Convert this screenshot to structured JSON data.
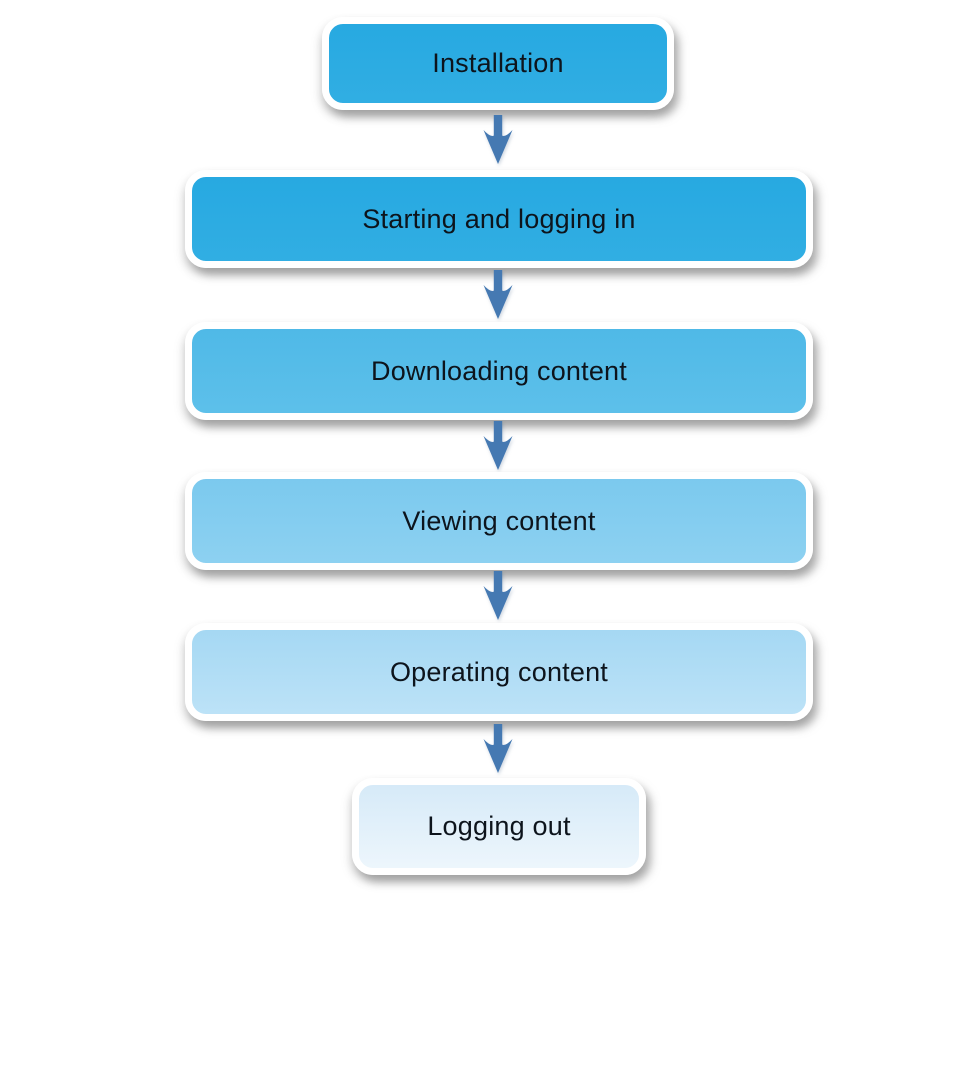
{
  "diagram": {
    "type": "flowchart",
    "direction": "top-down",
    "nodes": [
      {
        "label": "Installation",
        "fill_top": "#27A9E1",
        "fill_bottom": "#31AEE3"
      },
      {
        "label": "Starting and logging in",
        "fill_top": "#27A9E1",
        "fill_bottom": "#31AEE3"
      },
      {
        "label": "Downloading content",
        "fill_top": "#4FB9E7",
        "fill_bottom": "#5DC0EA"
      },
      {
        "label": "Viewing content",
        "fill_top": "#7BC9EE",
        "fill_bottom": "#8DD1F1"
      },
      {
        "label": "Operating content",
        "fill_top": "#A5D8F3",
        "fill_bottom": "#BCE2F7"
      },
      {
        "label": "Logging out",
        "fill_top": "#D6EAF8",
        "fill_bottom": "#EDF6FC"
      }
    ],
    "connector_color": "#4579B2",
    "text_color": "#0d141c",
    "node_border_color": "#ffffff"
  }
}
